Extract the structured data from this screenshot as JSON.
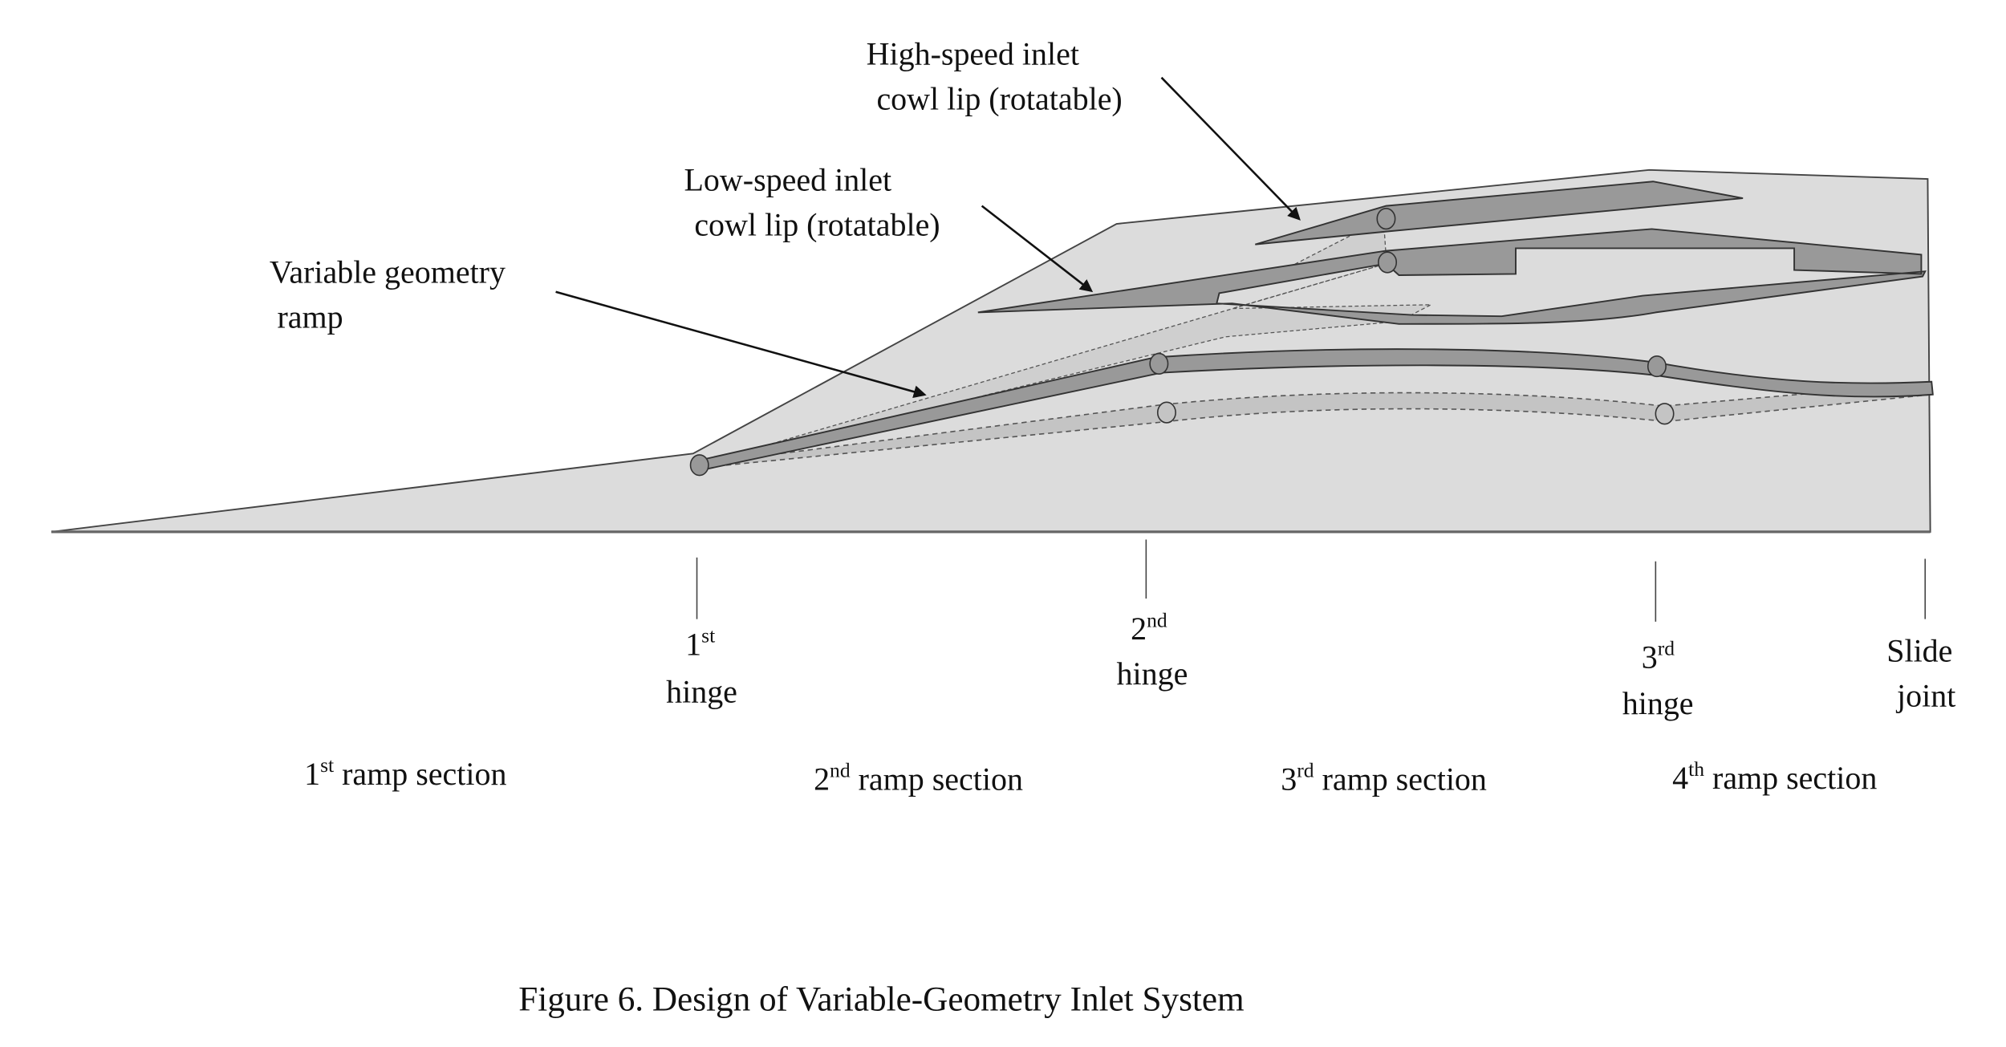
{
  "figure": {
    "caption": "Figure 6. Design of Variable-Geometry Inlet System",
    "colors": {
      "body_fill": "#dcdcdc",
      "part_fill": "#999999",
      "ghost_fill": "#c4c4c4",
      "outline": "#333333"
    }
  },
  "callouts": {
    "high_speed": {
      "line1": "High-speed inlet",
      "line2": "cowl lip (rotatable)"
    },
    "low_speed": {
      "line1": "Low-speed inlet",
      "line2": "cowl lip (rotatable)"
    },
    "ramp": {
      "line1": "Variable geometry",
      "line2": "ramp"
    }
  },
  "markers": [
    {
      "num": "1",
      "sup": "st",
      "word": "hinge"
    },
    {
      "num": "2",
      "sup": "nd",
      "word": "hinge"
    },
    {
      "num": "3",
      "sup": "rd",
      "word": "hinge"
    },
    {
      "line1": "Slide",
      "line2": "joint"
    }
  ],
  "sections": [
    {
      "num": "1",
      "sup": "st",
      "text": " ramp section"
    },
    {
      "num": "2",
      "sup": "nd",
      "text": " ramp section"
    },
    {
      "num": "3",
      "sup": "rd",
      "text": " ramp section"
    },
    {
      "num": "4",
      "sup": "th",
      "text": " ramp section"
    }
  ]
}
